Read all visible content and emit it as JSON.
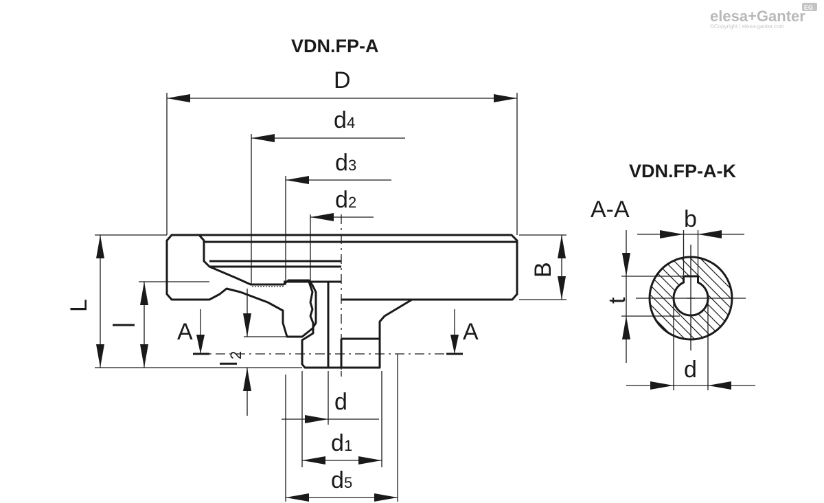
{
  "logo": {
    "brand": "elesa+Ganter",
    "badge": "EG",
    "copyright": "©Copyright | elesa-ganter.com"
  },
  "views": {
    "main": {
      "title": "VDN.FP-A",
      "dimensions": {
        "D": "D",
        "d4": "d",
        "d4_sub": "4",
        "d3": "d",
        "d3_sub": "3",
        "d2": "d",
        "d2_sub": "2",
        "L": "L",
        "l": "l",
        "l2": "l",
        "l2_sub": "2",
        "B": "B",
        "d": "d",
        "d1": "d",
        "d1_sub": "1",
        "d5": "d",
        "d5_sub": "5"
      },
      "section_marks": {
        "left": "A",
        "right": "A"
      }
    },
    "section": {
      "title": "VDN.FP-A-K",
      "section_label": "A-A",
      "dimensions": {
        "b": "b",
        "t": "t",
        "d": "d"
      }
    }
  }
}
